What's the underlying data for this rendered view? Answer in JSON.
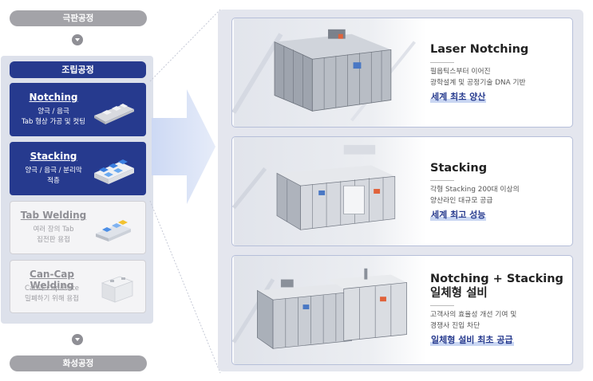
{
  "flow": {
    "top_stage": "극판공정",
    "assembly_title": "조립공정",
    "bottom_stage": "화성공정",
    "steps": [
      {
        "title": "Notching",
        "desc": "양극 / 음극\nTab 형상 가공 및 컷팅",
        "active": true
      },
      {
        "title": "Stacking",
        "desc": "양극 / 음극 / 분리막\n적층",
        "active": true
      },
      {
        "title": "Tab Welding",
        "desc": "여러 장의 Tab\n집전판 용접",
        "active": false
      },
      {
        "title": "Can-Cap Welding",
        "desc": "Can과 Cap-Plate\n밀폐하기 위해 용접",
        "active": false
      }
    ]
  },
  "cards": [
    {
      "title": "Laser Notching",
      "desc": "필옵틱스부터 이어진\n광학설계 및 공정기술 DNA 기반",
      "highlight": "세계 최초 양산"
    },
    {
      "title": "Stacking",
      "desc": "각형 Stacking 200대 이상의\n양산라인 대규모 공급",
      "highlight": "세계 최고 성능"
    },
    {
      "title": "Notching + Stacking\n일체형 설비",
      "desc": "고객사의 효율성 개선 기여 및\n경쟁사 진입 차단",
      "highlight": "일체형 설비 최초 공급"
    }
  ],
  "colors": {
    "navy": "#263a8e",
    "pill_gray": "#a3a3a8",
    "panel_bg": "#e4e6ee",
    "highlight_underline": "#c9d6f2"
  }
}
